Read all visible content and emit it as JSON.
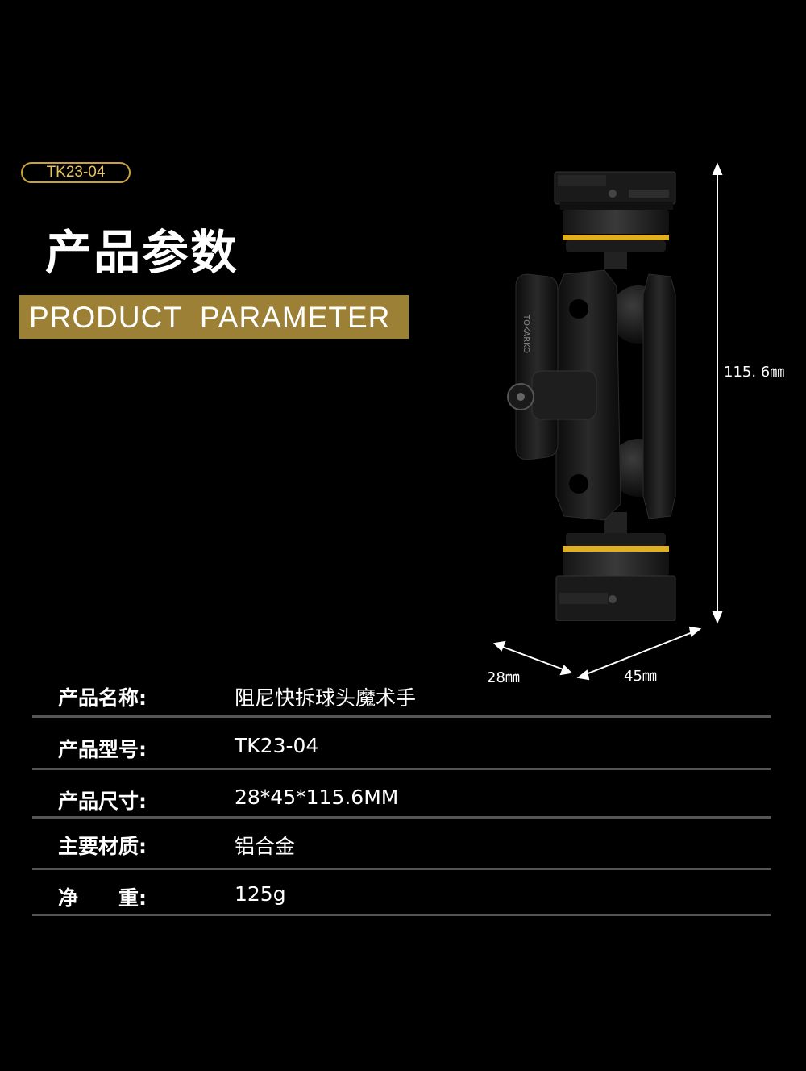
{
  "header": {
    "model_badge": "TK23-04",
    "title_cn": "产品参数",
    "title_en": "PRODUCT  PARAMETER"
  },
  "product_image": {
    "brand_mark": "TOKARKO",
    "dimensions": {
      "height": "115. 6㎜",
      "depth": "28㎜",
      "width": "45㎜"
    }
  },
  "specs": [
    {
      "label": "产品名称:",
      "value": "阻尼快拆球头魔术手"
    },
    {
      "label": "产品型号:",
      "value": "TK23-04"
    },
    {
      "label": "产品尺寸:",
      "value": "28*45*115.6MM"
    },
    {
      "label": "主要材质:",
      "value": "铝合金"
    },
    {
      "label": "净　　重:",
      "value": "125g"
    }
  ],
  "colors": {
    "background": "#000000",
    "accent_gold": "#9c8035",
    "pill_border": "#c9a23c",
    "ring_yellow": "#e0b020"
  }
}
